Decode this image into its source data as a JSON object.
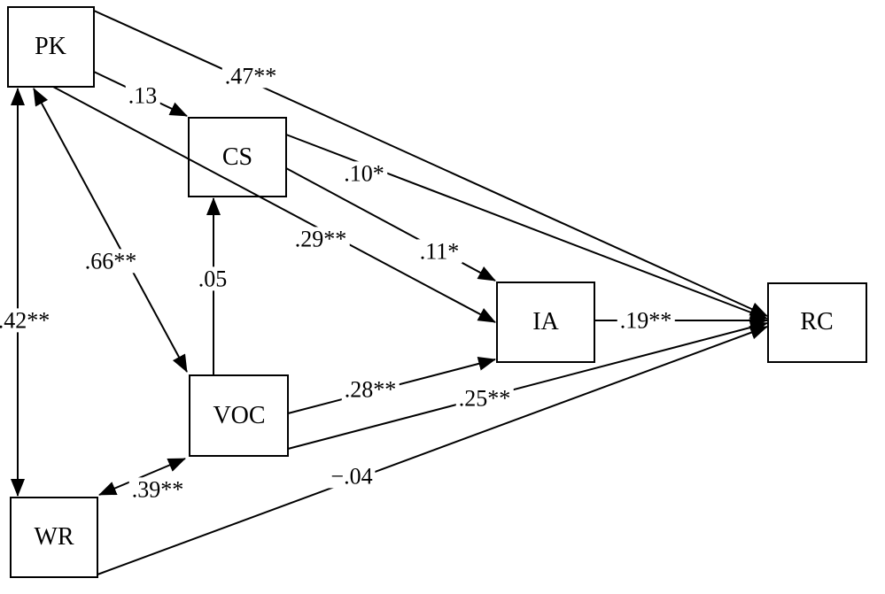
{
  "figure": {
    "kind": "structural-path-model",
    "background_color": "#ffffff",
    "line_color": "#000000"
  },
  "nodes": {
    "pk": {
      "label": "PK"
    },
    "cs": {
      "label": "CS"
    },
    "voc": {
      "label": "VOC"
    },
    "ia": {
      "label": "IA"
    },
    "rc": {
      "label": "RC"
    },
    "wr": {
      "label": "WR"
    }
  },
  "edges": {
    "pk_rc": {
      "from": "PK",
      "to": "RC",
      "type": "directed",
      "label": ".47**"
    },
    "pk_cs": {
      "from": "PK",
      "to": "CS",
      "type": "directed",
      "label": ".13"
    },
    "pk_ia": {
      "from": "PK",
      "to": "IA",
      "type": "directed",
      "label": ".29**"
    },
    "cs_rc": {
      "from": "CS",
      "to": "RC",
      "type": "directed",
      "label": ".10*"
    },
    "cs_ia": {
      "from": "CS",
      "to": "IA",
      "type": "directed",
      "label": ".11*"
    },
    "voc_cs": {
      "from": "VOC",
      "to": "CS",
      "type": "directed",
      "label": ".05"
    },
    "voc_ia": {
      "from": "VOC",
      "to": "IA",
      "type": "directed",
      "label": ".28**"
    },
    "voc_rc": {
      "from": "VOC",
      "to": "RC",
      "type": "directed",
      "label": ".25**"
    },
    "ia_rc": {
      "from": "IA",
      "to": "RC",
      "type": "directed",
      "label": ".19**"
    },
    "wr_rc": {
      "from": "WR",
      "to": "RC",
      "type": "directed",
      "label": "−.04"
    },
    "pk_voc": {
      "from": "PK",
      "to": "VOC",
      "type": "bidirectional",
      "label": ".66**"
    },
    "pk_wr": {
      "from": "PK",
      "to": "WR",
      "type": "bidirectional",
      "label": ".42**"
    },
    "wr_voc": {
      "from": "WR",
      "to": "VOC",
      "type": "bidirectional",
      "label": ".39**"
    }
  }
}
